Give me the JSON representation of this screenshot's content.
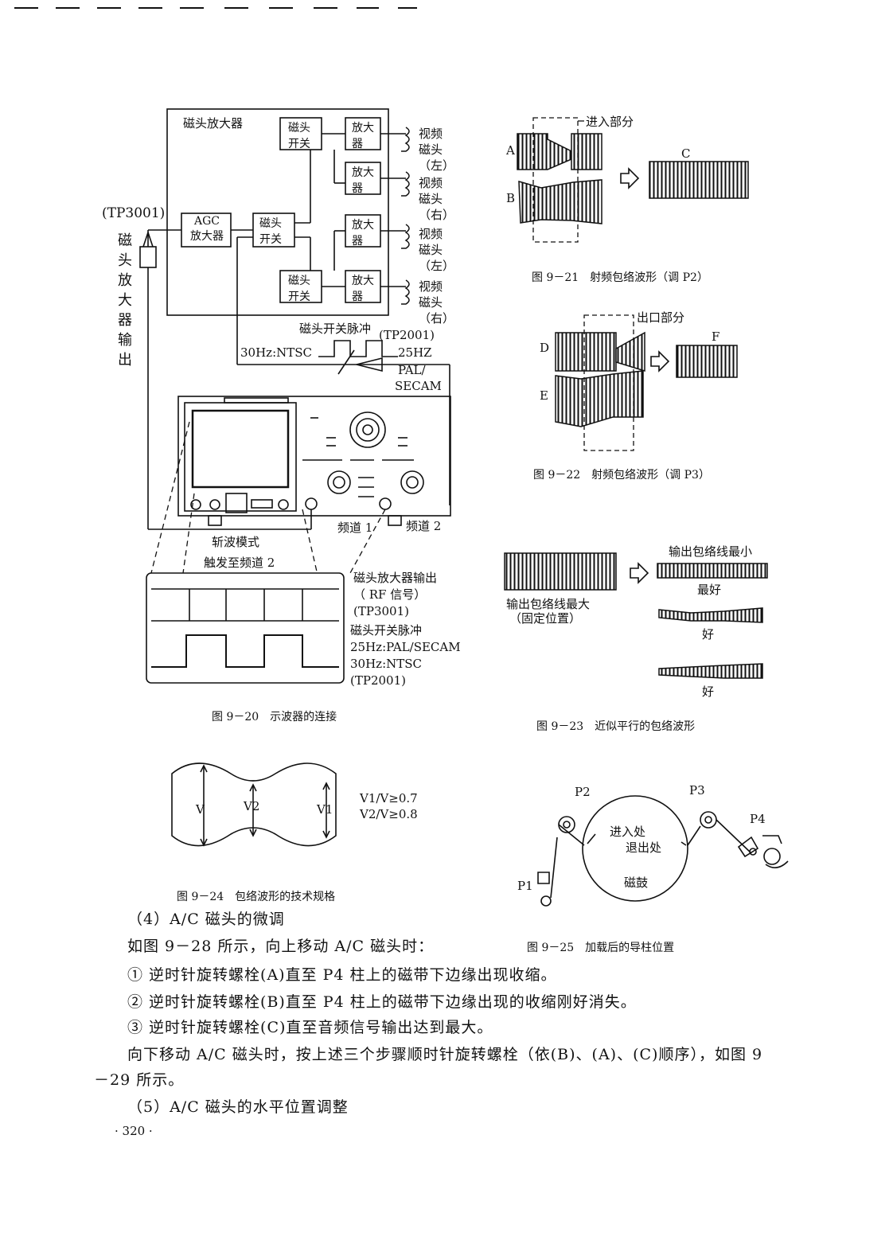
{
  "fig20": {
    "amp_title": "磁头放大器",
    "agc": [
      "AGC",
      "放大器"
    ],
    "switch_main": [
      "磁头",
      "开关"
    ],
    "switch_top": [
      "磁头",
      "开关"
    ],
    "switch_bottom": [
      "磁头",
      "开关"
    ],
    "amp": [
      "放大",
      "器"
    ],
    "heads": [
      [
        "视频",
        "磁头",
        "（左）"
      ],
      [
        "视频",
        "磁头",
        "（右）"
      ],
      [
        "视频",
        "磁头",
        "（左）"
      ],
      [
        "视频",
        "磁头",
        "（右）"
      ]
    ],
    "tp3001": "(TP3001)",
    "vertical_label": [
      "磁",
      "头",
      "放",
      "大",
      "器",
      "输",
      "出"
    ],
    "pulse_label": "磁头开关脉冲",
    "tp2001": "(TP2001)",
    "ntsc": "30Hz:NTSC",
    "hz25": "25HZ",
    "pal": "PAL/",
    "secam": "SECAM",
    "ch1": "频道 1",
    "ch2": "频道 2",
    "chop": "斩波模式",
    "trigger": "触发至频道 2",
    "legend_rf": [
      "磁头放大器输出",
      "（ RF 信号）",
      "(TP3001)"
    ],
    "legend_pulse": [
      "磁头开关脉冲",
      "25Hz:PAL/SECAM",
      "30Hz:NTSC",
      "(TP2001)"
    ],
    "caption": "图 9－20　示波器的连接"
  },
  "fig21": {
    "entry": "进入部分",
    "a": "A",
    "b": "B",
    "c": "C",
    "caption": "图 9－21　射频包络波形（调 P2）"
  },
  "fig22": {
    "exit": "出口部分",
    "d": "D",
    "e": "E",
    "f": "F",
    "caption": "图 9－22　射频包络波形（调 P3）"
  },
  "fig23": {
    "max": "输出包络线最大",
    "fixed": "（固定位置）",
    "min": "输出包络线最小",
    "best": "最好",
    "good1": "好",
    "good2": "好",
    "caption": "图 9－23　近似平行的包络波形"
  },
  "fig24": {
    "v": "V",
    "v2": "V2",
    "v1": "V1",
    "spec1": "V1/V≥0.7",
    "spec2": "V2/V≥0.8",
    "caption": "图 9－24　包络波形的技术规格"
  },
  "fig25": {
    "p1": "P1",
    "p2": "P2",
    "p3": "P3",
    "p4": "P4",
    "entry": "进入处",
    "exit": "退出处",
    "drum": "磁鼓",
    "caption": "图 9－25　加载后的导柱位置"
  },
  "text": {
    "s4": "（4）A/C 磁头的微调",
    "intro": "如图 9－28 所示，向上移动 A/C 磁头时：",
    "step1": "① 逆时针旋转螺栓(A)直至 P4 柱上的磁带下边缘出现收缩。",
    "step2": "② 逆时针旋转螺栓(B)直至 P4 柱上的磁带下边缘出现的收缩刚好消失。",
    "step3": "③ 逆时针旋转螺栓(C)直至音频信号输出达到最大。",
    "down1": "向下移动 A/C 磁头时，按上述三个步骤顺时针旋转螺栓（依(B)、(A)、(C)顺序），如图 9",
    "down2": "－29 所示。",
    "s5": "（5）A/C 磁头的水平位置调整",
    "page": "· 320 ·"
  }
}
